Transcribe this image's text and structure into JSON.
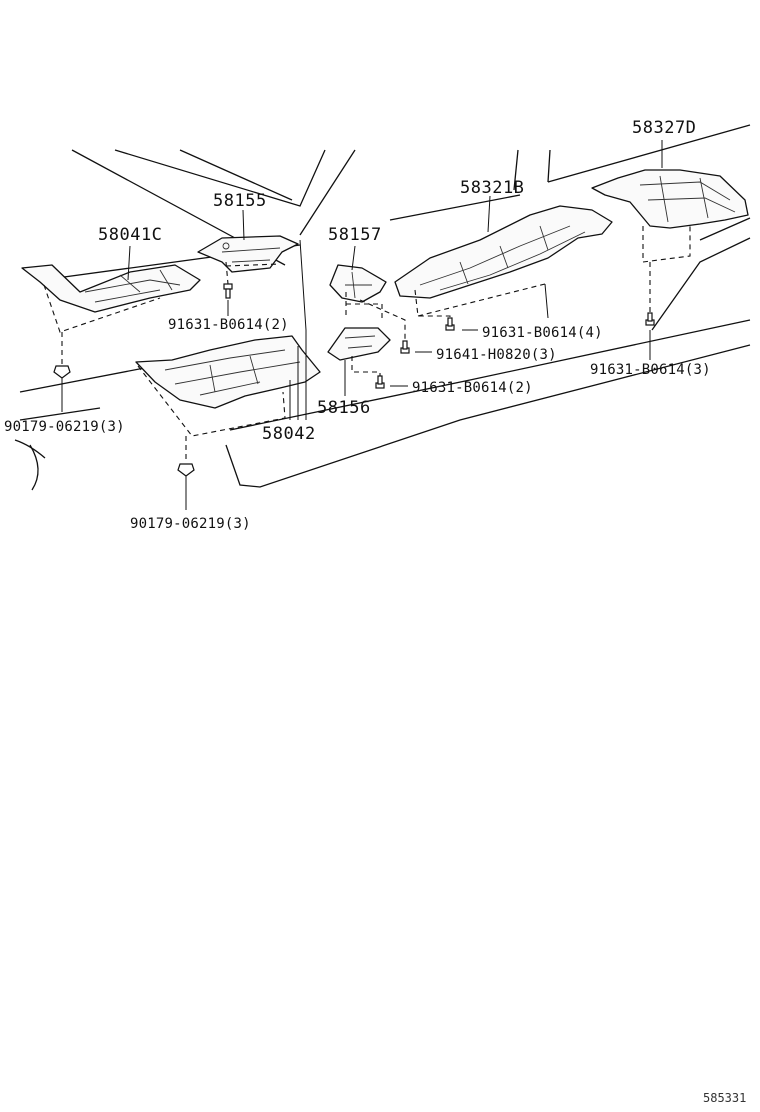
{
  "parts": {
    "p58327D": "58327D",
    "p58321B": "58321B",
    "p58155": "58155",
    "p58157": "58157",
    "p58041C": "58041C",
    "p58156": "58156",
    "p58042": "58042"
  },
  "fasteners": {
    "f_b0614_2": "91631-B0614(2)",
    "f_b0614_4": "91631-B0614(4)",
    "f_h0820_3": "91641-H0820(3)",
    "f_b0614_2b": "91631-B0614(2)",
    "f_b0614_3": "91631-B0614(3)",
    "f_06219_left": "90179-06219(3)",
    "f_06219_bottom": "90179-06219(3)"
  },
  "diagram_ref": "585331"
}
